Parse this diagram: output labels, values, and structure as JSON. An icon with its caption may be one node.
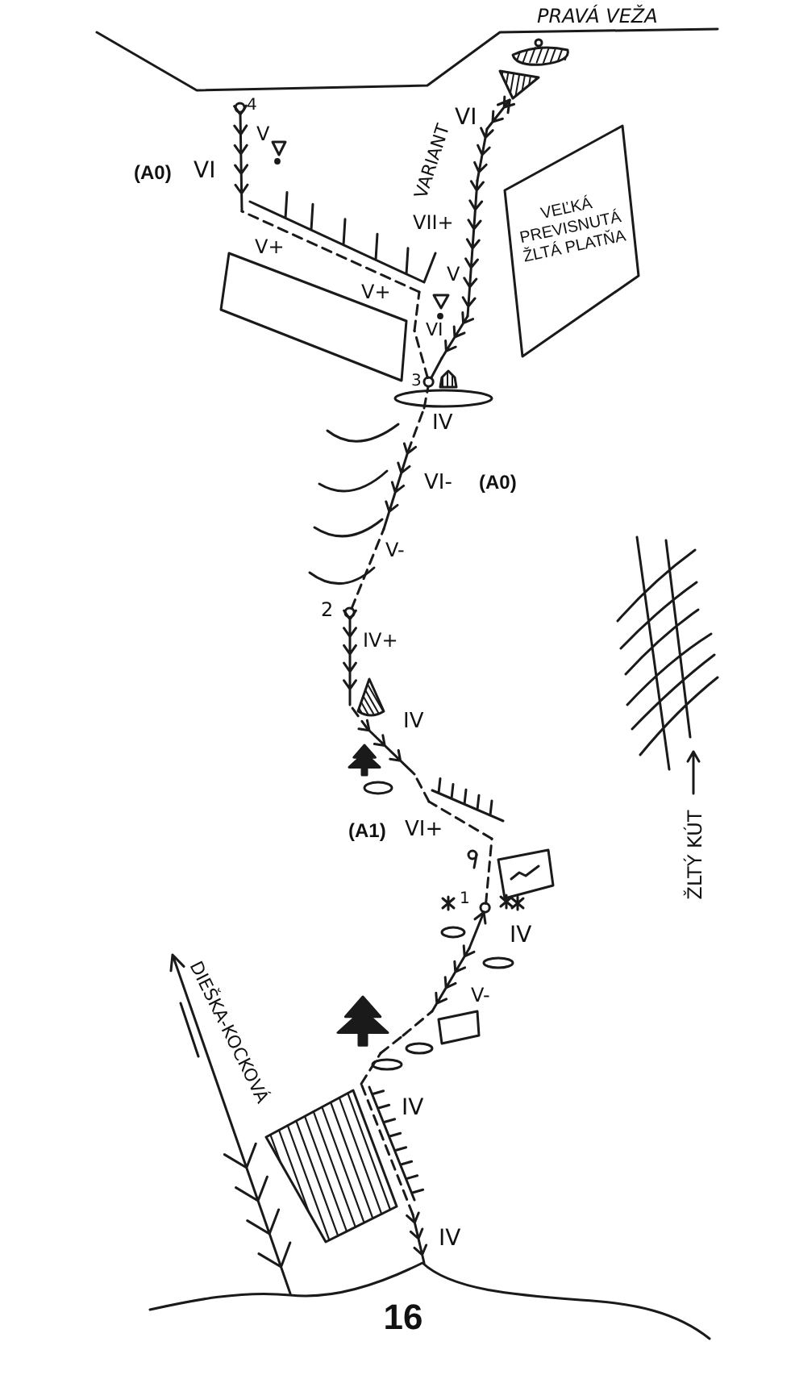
{
  "diagram": {
    "caption": "16",
    "nodes": [
      {
        "text": [],
        "shape": "picture"
      },
      {
        "text": [],
        "shape": "circle",
        "beside": [
          "4"
        ]
      },
      {
        "text": [
          "VEĽKÁ PREVISNUTÁ ŽLTÁ PLATŇA"
        ]
      },
      {
        "text": [],
        "shape": "circle",
        "beside": [
          "3"
        ]
      },
      {
        "text": [],
        "shape": "circle",
        "beside": [
          "2"
        ]
      },
      {
        "text": [],
        "shape": "circle",
        "beside": [
          "1"
        ]
      }
    ],
    "edges": [
      {
        "from": 3,
        "to": 1,
        "arrow": "to"
      },
      {
        "from": 3,
        "to": 0,
        "arrow": "to"
      },
      {
        "from": 4,
        "to": 3,
        "arrow": "to"
      },
      {
        "from": 5,
        "to": 4,
        "arrow": "to"
      },
      {
        "from": null,
        "to": 5,
        "arrow": "to"
      }
    ],
    "labels": [
      "PRAVÁ VEŽA",
      "V",
      "(A0)",
      "VI",
      "VARIANT",
      "VI",
      "V+",
      "VII+",
      "V+",
      "V",
      "VI",
      "IV",
      "VI-",
      "(A0)",
      "V-",
      "IV+",
      "IV",
      "(A1)",
      "VI+",
      "IV",
      "V-",
      "DIEŠKA-KOCKOVÁ",
      "IV",
      "IV",
      "ŽLTÝ KÚT"
    ]
  }
}
